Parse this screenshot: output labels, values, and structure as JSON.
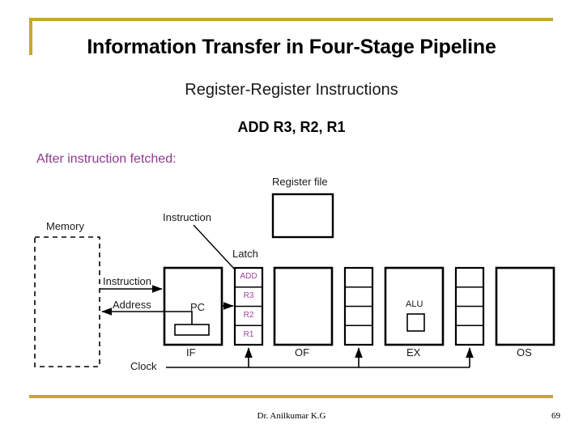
{
  "slide": {
    "title": "Information Transfer in Four-Stage Pipeline",
    "subtitle": "Register-Register Instructions",
    "instruction": "ADD R3, R2, R1",
    "phase_note": "After instruction fetched:",
    "accent_color": "#c8a72c",
    "note_color": "#8d3a8d",
    "latch_text_color": "#a0449b"
  },
  "diagram": {
    "memory_label": "Memory",
    "register_file_label": "Register file",
    "instruction_callout": "Instruction",
    "latch_label": "Latch",
    "bus_instruction": "Instruction",
    "bus_address": "Address",
    "pc_label": "PC",
    "alu_label": "ALU",
    "clock_label": "Clock",
    "stages": [
      {
        "name": "IF"
      },
      {
        "name": "OF"
      },
      {
        "name": "EX"
      },
      {
        "name": "OS"
      }
    ],
    "latch1_cells": [
      "ADD",
      "R3",
      "R2",
      "R1"
    ],
    "latch2_cells": [
      "",
      "",
      "",
      ""
    ],
    "latch3_cells": [
      "",
      "",
      "",
      ""
    ]
  },
  "footer": {
    "author": "Dr. Anilkumar K.G",
    "page_number": "69"
  }
}
